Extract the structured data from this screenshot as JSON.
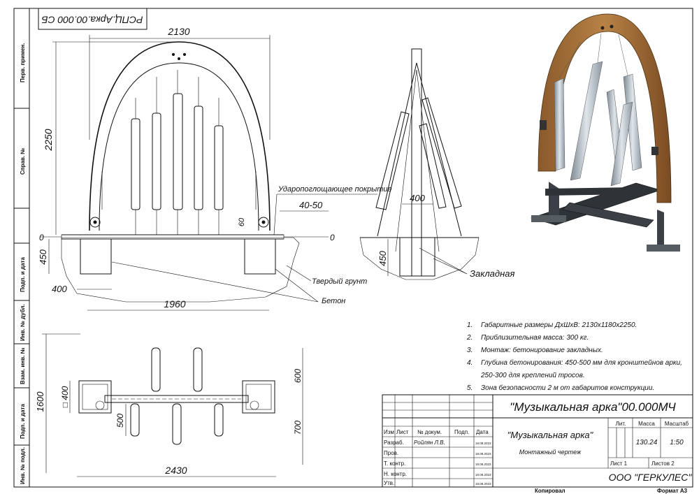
{
  "doc_code_rotated": "РСПЦ.Арка.00.000 СБ",
  "side_labels": [
    "Перв. примен.",
    "Справ. №",
    "Подп. и дата",
    "Инв. № дубл.",
    "Взам. инв. №",
    "Подп. и дата",
    "Инв. № подл."
  ],
  "front_view": {
    "dim_width": "2130",
    "dim_height": "2250",
    "dim_level_zero": "0",
    "dim_depth": "450",
    "dim_footing": "400",
    "dim_base": "1960",
    "dim_60": "60",
    "dim_cover": "40-50",
    "label_cover": "Ударопоглощающее покрытие",
    "label_soil": "Твердый грунт",
    "label_concrete": "Бетон"
  },
  "side_view": {
    "dim_400": "400",
    "dim_450": "450",
    "dim_zero": "0",
    "label_embed": "Закладная"
  },
  "plan_view": {
    "dim_1600": "1600",
    "dim_sq400": "□ 400",
    "dim_500": "500",
    "dim_600": "600",
    "dim_700": "700",
    "dim_2430": "2430"
  },
  "notes": [
    {
      "n": "1.",
      "text": "Габаритные размеры ДхШхВ: 2130х1180х2250."
    },
    {
      "n": "2.",
      "text": "Приблизительная масса: 300 кг."
    },
    {
      "n": "3.",
      "text": "Монтаж: бетонирование закладных."
    },
    {
      "n": "4.",
      "text": "Глубина бетонирования: 450-500 мм для кронштейнов арки,"
    },
    {
      "n": "",
      "text": "250-300 для креплений тросов."
    },
    {
      "n": "5.",
      "text": "Зона безопасности 2 м от габаритов конструкции."
    }
  ],
  "title_block": {
    "doc_title": "\"Музыкальная арка\"00.000МЧ",
    "name": "\"Музыкальная арка\"",
    "subtitle": "Монтажный чертеж",
    "hdr_izm": "Изм",
    "hdr_list": "Лист",
    "hdr_docnum": "№ докум.",
    "hdr_sign": "Подп.",
    "hdr_date": "Дата",
    "row_razrab": "Разраб.",
    "razrab_name": "Ройлян Л.В.",
    "row_prov": "Пров.",
    "row_tkontr": "Т. контр.",
    "row_nkontr": "Н. контр.",
    "row_utv": "Утв.",
    "date": "18.08.2023",
    "lit": "Лит.",
    "mass_label": "Масса",
    "scale_label": "Масштаб",
    "mass": "130.24",
    "scale": "1:50",
    "sheet": "Лист 1",
    "sheets": "Листов 2",
    "org": "ООО \"ГЕРКУЛЕС\""
  },
  "footer": {
    "copied": "Копировал",
    "format": "Формат А3"
  }
}
